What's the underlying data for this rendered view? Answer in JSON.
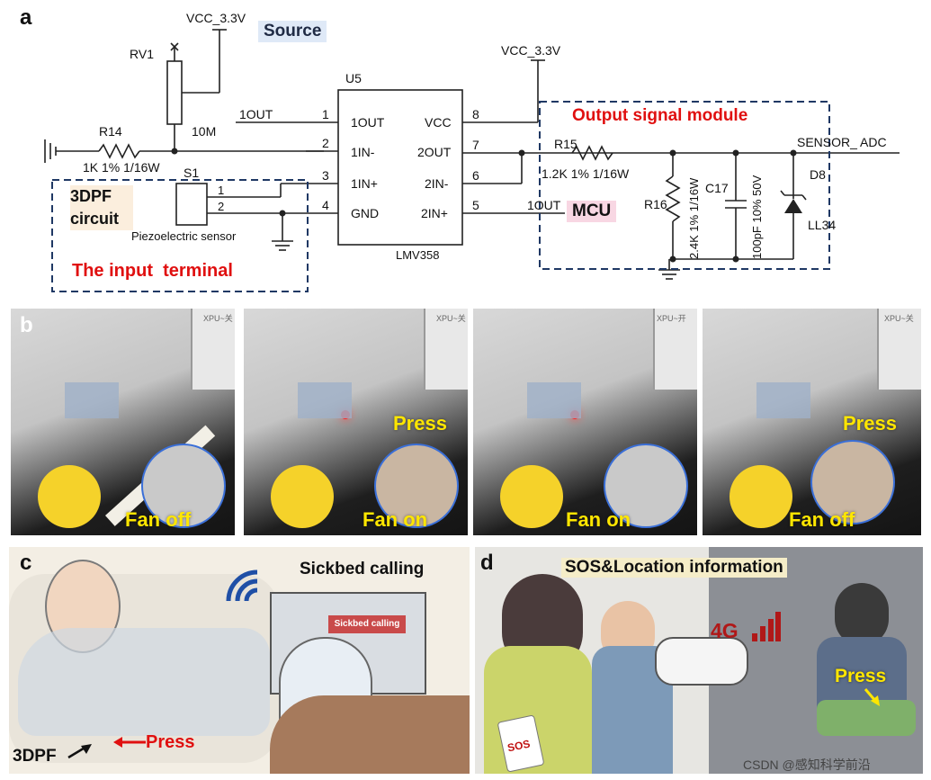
{
  "panel_a": {
    "letter": "a",
    "source_label": "Source",
    "vcc_left": "VCC_3.3V",
    "vcc_right": "VCC_3.3V",
    "rv1": "RV1",
    "rv1_value": "10M",
    "r14": "R14",
    "r14_value": "1K 1% 1/16W",
    "s1": "S1",
    "u5": "U5",
    "chip_name": "LMV358",
    "pins_left": [
      "1OUT",
      "1IN-",
      "1IN+",
      "GND"
    ],
    "pins_right": [
      "VCC",
      "2OUT",
      "2IN-",
      "2IN+"
    ],
    "pin_nums_left": [
      "1",
      "2",
      "3",
      "4"
    ],
    "pin_nums_right": [
      "8",
      "7",
      "6",
      "5"
    ],
    "net_1out_left": "1OUT",
    "net_1out_right": "1OUT",
    "s1_pin1": "1",
    "s1_pin2": "2",
    "piezo_label": "Piezoelectric sensor",
    "dpf_label": "3DPF circuit",
    "input_terminal": "The input  terminal",
    "output_module": "Output signal module",
    "mcu": "MCU",
    "r15": "R15",
    "r15_value": "1.2K 1% 1/16W",
    "r16": "R16",
    "r16_value": "2.4K 1% 1/16W",
    "c17": "C17",
    "c17_value": "100pF 10% 50V",
    "d8": "D8",
    "d8_value": "LL34",
    "sensor_adc": "SENSOR_ ADC"
  },
  "panel_b": {
    "letter": "b",
    "photos": [
      {
        "press": "",
        "fan": "Fan off",
        "led_on": false
      },
      {
        "press": "Press",
        "fan": "Fan on",
        "led_on": true
      },
      {
        "press": "",
        "fan": "Fan on",
        "led_on": true
      },
      {
        "press": "Press",
        "fan": "Fan off",
        "led_on": false
      }
    ],
    "screen_labels": [
      "XPU~关",
      "XPU~关",
      "XPU~开",
      "XPU~关"
    ]
  },
  "panel_c": {
    "letter": "c",
    "title": "Sickbed calling",
    "screen_text": "Sickbed calling",
    "press": "Press",
    "dpf": "3DPF"
  },
  "panel_d": {
    "letter": "d",
    "title": "SOS&Location information",
    "network": "4G",
    "press": "Press",
    "phone_text": "SOS",
    "watermark": "CSDN @感知科学前沿"
  },
  "colors": {
    "red": "#e01010",
    "dash_blue": "#1f3864",
    "yellow_label": "#ffe600",
    "source_bg": "#dfe9f7",
    "dpf_bg": "#fbeedd",
    "mcu_bg": "#f8d7e3",
    "wifi_blue": "#1f4fa6",
    "signal_red": "#b01818"
  }
}
